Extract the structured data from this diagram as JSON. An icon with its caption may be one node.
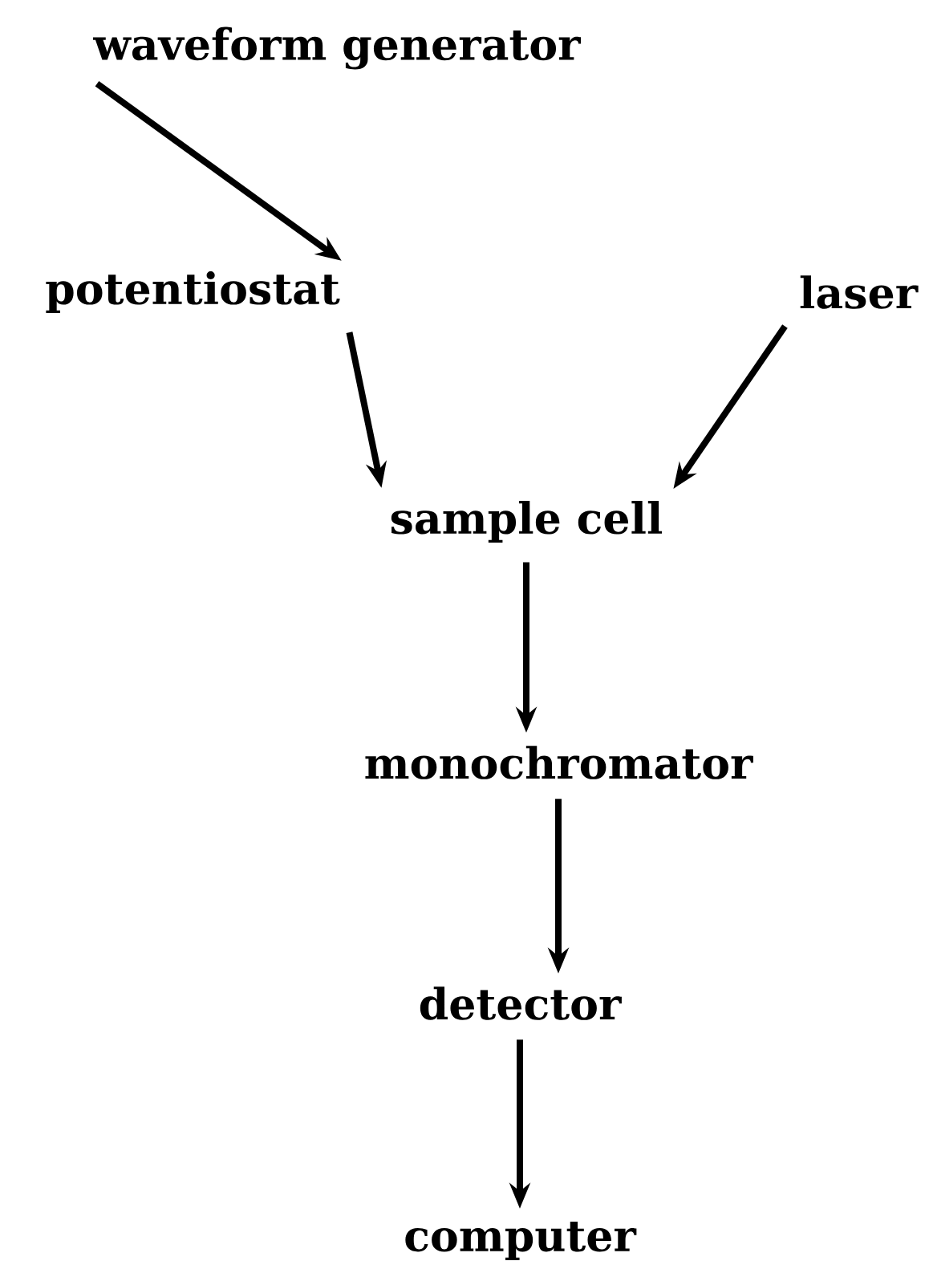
{
  "diagram": {
    "nodes": [
      {
        "text": [
          "waveform generator"
        ]
      },
      {
        "text": [
          "potentiostat"
        ]
      },
      {
        "text": [
          "laser"
        ]
      },
      {
        "text": [
          "sample cell"
        ]
      },
      {
        "text": [
          "monochromator"
        ]
      },
      {
        "text": [
          "detector"
        ]
      },
      {
        "text": [
          "computer"
        ]
      }
    ],
    "edges": [
      {
        "from": 0,
        "to": 1,
        "arrow": "to"
      },
      {
        "from": 1,
        "to": 3,
        "arrow": "to"
      },
      {
        "from": 2,
        "to": 3,
        "arrow": "to"
      },
      {
        "from": 3,
        "to": 4,
        "arrow": "to"
      },
      {
        "from": 4,
        "to": 5,
        "arrow": "to"
      },
      {
        "from": 5,
        "to": 6,
        "arrow": "to"
      }
    ]
  }
}
